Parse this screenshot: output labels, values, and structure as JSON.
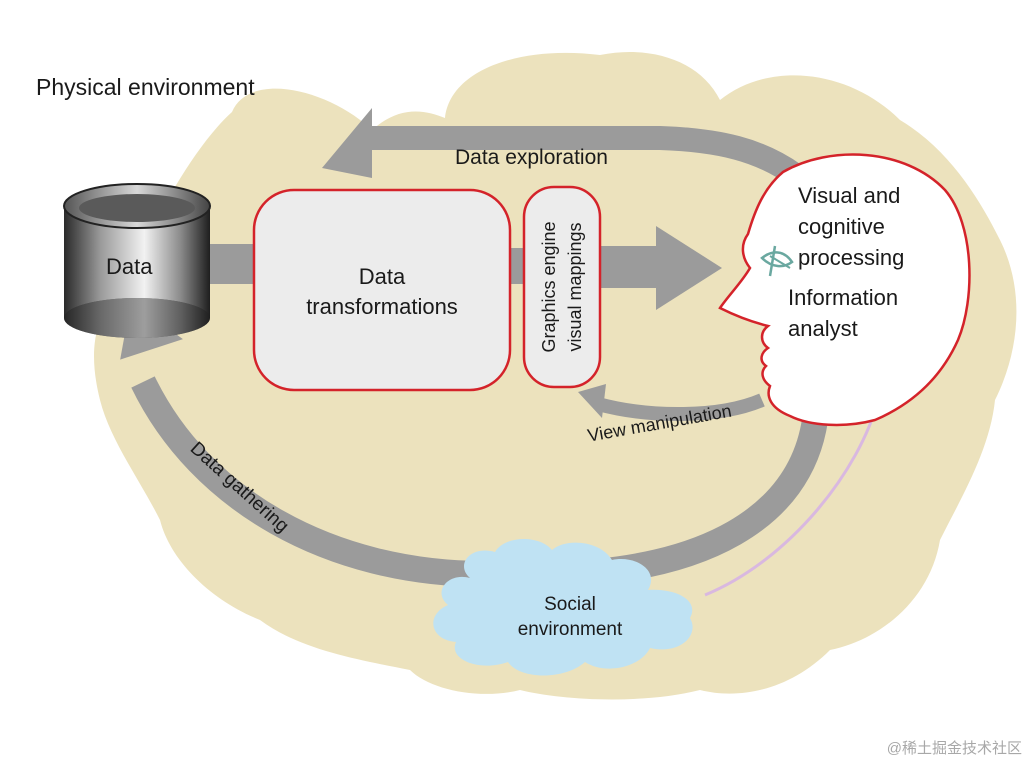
{
  "diagram": {
    "title": "Physical environment",
    "nodes": {
      "data": "Data",
      "transformations_line1": "Data",
      "transformations_line2": "transformations",
      "graphics_line1": "Graphics engine",
      "graphics_line2": "visual mappings",
      "analyst_line1": "Visual and",
      "analyst_line2": "cognitive",
      "analyst_line3": "processing",
      "analyst_line4": "Information",
      "analyst_line5": "analyst",
      "social_line1": "Social",
      "social_line2": "environment"
    },
    "flows": {
      "exploration": "Data exploration",
      "manipulation": "View manipulation",
      "gathering": "Data gathering"
    },
    "colors": {
      "environment": "#ece2bd",
      "arrow": "#9b9b9b",
      "outline": "#d4232a",
      "box_fill": "#ececec",
      "cloud": "#bfe2f3",
      "connector": "#d9b8e0"
    }
  },
  "watermark": "@稀土掘金技术社区"
}
